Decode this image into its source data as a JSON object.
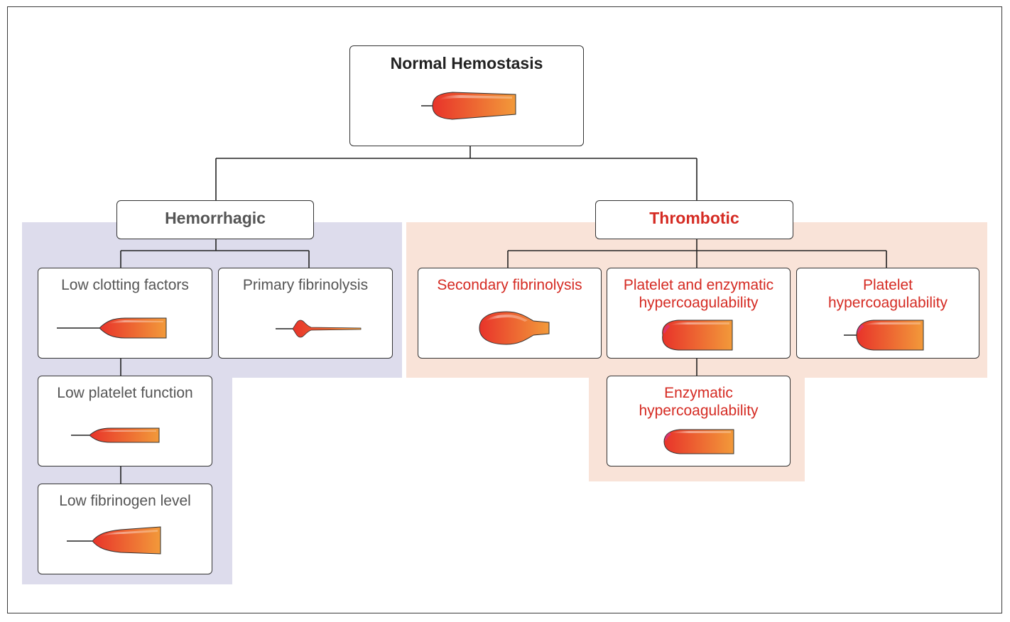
{
  "root": {
    "label": "Normal Hemostasis"
  },
  "categories": {
    "hemorrhagic": {
      "label": "Hemorrhagic"
    },
    "thrombotic": {
      "label": "Thrombotic"
    }
  },
  "hemorrhagic_items": {
    "low_clotting": "Low clotting factors",
    "primary_fibrinolysis": "Primary fibrinolysis",
    "low_platelet": "Low platelet function",
    "low_fibrinogen": "Low fibrinogen level"
  },
  "thrombotic_items": {
    "secondary_fibrinolysis": "Secondary fibrinolysis",
    "platelet_enzymatic": "Platelet and enzymatic\nhypercoagulability",
    "platelet_hyper": "Platelet\nhypercoagulability",
    "enzymatic_hyper": "Enzymatic\nhypercoagulability"
  },
  "colors": {
    "hemorrhagic_region": "#dddcec",
    "thrombotic_region": "#f9e3d8",
    "thrombotic_text": "#d52b23",
    "hemorrhagic_text": "#555555",
    "trace_start": "#e8332a",
    "trace_end": "#f29a3a"
  }
}
